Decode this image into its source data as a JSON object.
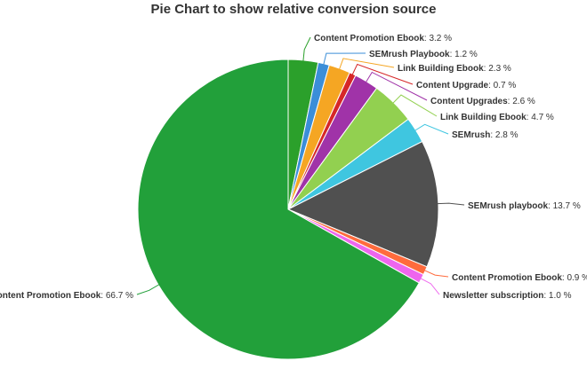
{
  "chart_data": {
    "type": "pie",
    "title": "Pie Chart to show relative conversion source",
    "unit_suffix": " %",
    "slices": [
      {
        "name": "Content Promotion Ebook",
        "value": 3.2,
        "color": "#2ba02b"
      },
      {
        "name": "SEMrush Playbook",
        "value": 1.2,
        "color": "#3b8ed8"
      },
      {
        "name": "Link Building Ebook",
        "value": 2.3,
        "color": "#f5a623"
      },
      {
        "name": "Content Upgrade",
        "value": 0.7,
        "color": "#d62728"
      },
      {
        "name": "Content Upgrades",
        "value": 2.6,
        "color": "#a033a8"
      },
      {
        "name": "Link Building Ebook",
        "value": 4.7,
        "color": "#92d050"
      },
      {
        "name": "SEMrush",
        "value": 2.8,
        "color": "#3fc6e0"
      },
      {
        "name": "SEMrush playbook",
        "value": 13.7,
        "color": "#505050"
      },
      {
        "name": "Content Promotion Ebook",
        "value": 0.9,
        "color": "#ff6b3d"
      },
      {
        "name": "Newsletter subscription",
        "value": 1.0,
        "color": "#ee66ee"
      },
      {
        "name": "Content Promotion Ebook",
        "value": 66.7,
        "color": "#22a03a"
      }
    ]
  }
}
